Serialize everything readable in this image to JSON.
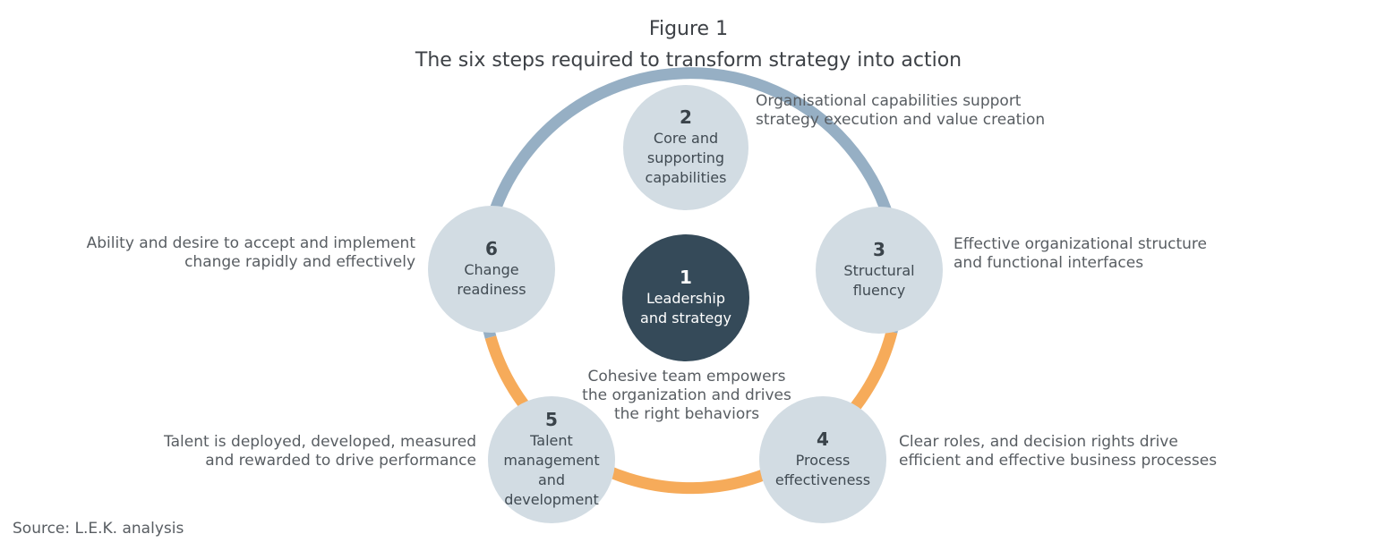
{
  "figure": {
    "label": "Figure 1",
    "title": "The six steps required to transform strategy into action"
  },
  "colors": {
    "ring_blue": "#96afc4",
    "ring_orange": "#f6ab5a",
    "node_fill": "#d2dce3",
    "center_fill": "#354a59"
  },
  "nodes": [
    {
      "num": "1",
      "label": "Leadership\nand strategy",
      "description": "Cohesive team empowers\nthe organization and drives\nthe right behaviors"
    },
    {
      "num": "2",
      "label": "Core and\nsupporting\ncapabilities",
      "description": "Organisational capabilities support\nstrategy execution and value creation"
    },
    {
      "num": "3",
      "label": "Structural\nfluency",
      "description": "Effective organizational structure\nand functional interfaces"
    },
    {
      "num": "4",
      "label": "Process\neffectiveness",
      "description": "Clear roles, and decision rights drive\nefficient and effective business processes"
    },
    {
      "num": "5",
      "label": "Talent\nmanagement and\ndevelopment",
      "description": "Talent is deployed, developed, measured\nand rewarded to drive performance"
    },
    {
      "num": "6",
      "label": "Change\nreadiness",
      "description": "Ability and desire to accept and implement\nchange rapidly and effectively"
    }
  ],
  "source": "Source: L.E.K. analysis"
}
